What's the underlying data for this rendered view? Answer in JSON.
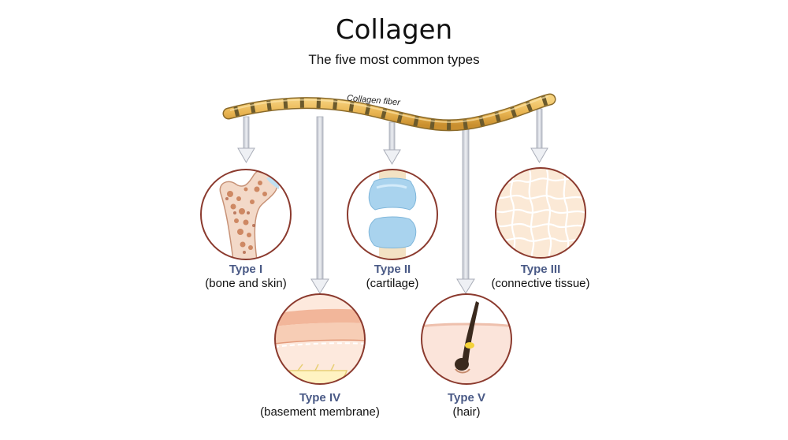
{
  "title": "Collagen",
  "subtitle": "The five most common types",
  "fiber_label": "Collagen fiber",
  "types": [
    {
      "name": "Type I",
      "desc": "(bone and skin)"
    },
    {
      "name": "Type II",
      "desc": "(cartilage)"
    },
    {
      "name": "Type III",
      "desc": "(connective tissue)"
    },
    {
      "name": "Type IV",
      "desc": "(basement membrane)"
    },
    {
      "name": "Type V",
      "desc": "(hair)"
    }
  ],
  "colors": {
    "label_accent": "#4a5a86",
    "fiber": "#e9b552",
    "fiber_band": "#6b5a2c",
    "circle_border": "#8b3a2e",
    "arrow": "#c9ccd3"
  }
}
